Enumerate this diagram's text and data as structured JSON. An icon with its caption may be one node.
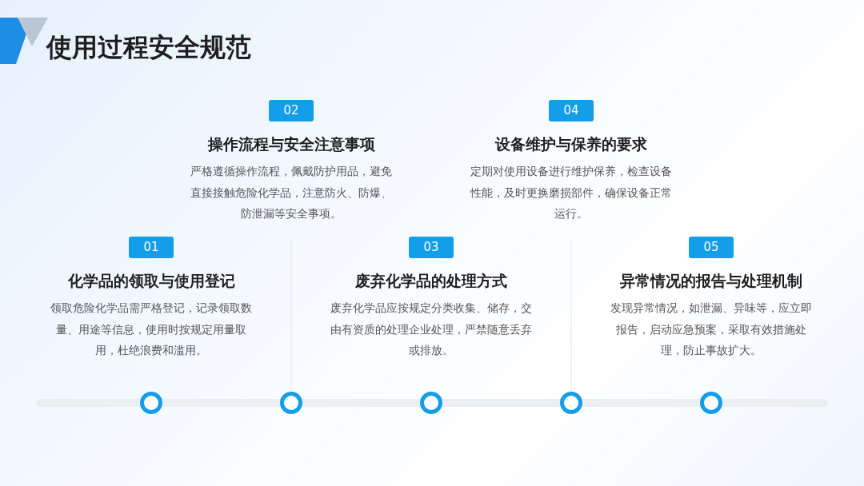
{
  "diagram": {
    "title": "使用过程安全规范",
    "nodes": [
      {
        "text": [
          "01"
        ],
        "beside": [
          "化学品的领取与使用登记",
          "领取危险化学品需严格登记，记录领取数量、用途等信息，使用时按规定用量取用，杜绝浪费和滥用。"
        ]
      },
      {
        "text": [
          "02"
        ],
        "beside": [
          "操作流程与安全注意事项",
          "严格遵循操作流程，佩戴防护用品，避免直接接触危险化学品，注意防火、防爆、防泄漏等安全事项。"
        ]
      },
      {
        "text": [
          "03"
        ],
        "beside": [
          "废弃化学品的处理方式",
          "废弃化学品应按规定分类收集、储存，交由有资质的处理企业处理，严禁随意丢弃或排放。"
        ]
      },
      {
        "text": [
          "04"
        ],
        "beside": [
          "设备维护与保养的要求",
          "定期对使用设备进行维护保养，检查设备性能，及时更换磨损部件，确保设备正常运行。"
        ]
      },
      {
        "text": [
          "05"
        ],
        "beside": [
          "异常情况的报告与处理机制",
          "发现异常情况，如泄漏、异味等，应立即报告，启动应急预案，采取有效措施处理，防止事故扩大。"
        ]
      },
      {
        "text": [],
        "shape": "circle"
      },
      {
        "text": [],
        "shape": "circle"
      },
      {
        "text": [],
        "shape": "circle"
      },
      {
        "text": [],
        "shape": "circle"
      },
      {
        "text": [],
        "shape": "circle"
      }
    ]
  }
}
